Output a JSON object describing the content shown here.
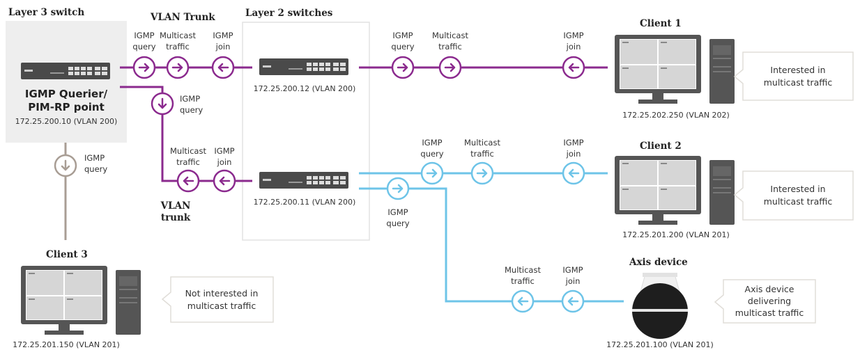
{
  "colors": {
    "purple": "#8b2a8e",
    "blue": "#6ec4e8",
    "taupe": "#a89d94",
    "panel": "#eeeeee",
    "device": "#555555"
  },
  "layer3": {
    "heading": "Layer 3 switch",
    "title_line1": "IGMP Querier/",
    "title_line2": "PIM-RP point",
    "ip": "172.25.200.10 (VLAN 200)"
  },
  "vlan_trunk_top": "VLAN Trunk",
  "vlan_trunk_left_line1": "VLAN",
  "vlan_trunk_left_line2": "trunk",
  "layer2": {
    "heading": "Layer 2 switches",
    "switch_top_ip": "172.25.200.12 (VLAN 200)",
    "switch_bottom_ip": "172.25.200.11 (VLAN 200)"
  },
  "labels": {
    "igmp": "IGMP",
    "query": "query",
    "multicast": "Multicast",
    "traffic": "traffic",
    "join": "join"
  },
  "clients": {
    "client1": {
      "name": "Client 1",
      "ip": "172.25.202.250 (VLAN 202)",
      "callout_line1": "Interested in",
      "callout_line2": "multicast traffic"
    },
    "client2": {
      "name": "Client 2",
      "ip": "172.25.201.200 (VLAN 201)",
      "callout_line1": "Interested in",
      "callout_line2": "multicast traffic"
    },
    "client3": {
      "name": "Client 3",
      "ip": "172.25.201.150 (VLAN 201)",
      "callout_line1": "Not interested in",
      "callout_line2": "multicast traffic"
    }
  },
  "axis": {
    "name": "Axis device",
    "ip": "172.25.201.100 (VLAN 201)",
    "callout_line1": "Axis device",
    "callout_line2": "delivering",
    "callout_line3": "multicast traffic"
  }
}
